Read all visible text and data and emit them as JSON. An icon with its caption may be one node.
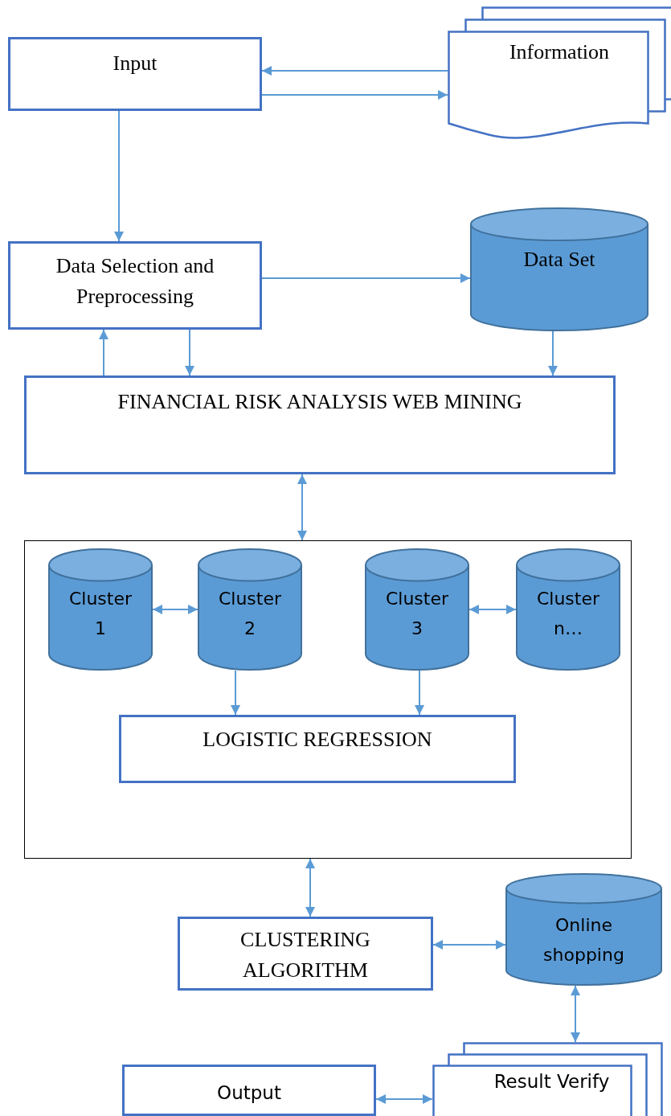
{
  "diagram": {
    "nodes": [
      {
        "text": [
          "Input"
        ]
      },
      {
        "text": [
          "Information"
        ]
      },
      {
        "text": [
          "Data Selection and Preprocessing"
        ]
      },
      {
        "text": [
          "Data Set"
        ]
      },
      {
        "text": [
          "FINANCIAL RISK ANALYSIS WEB MINING"
        ]
      },
      {
        "text": [],
        "shape": "box"
      },
      {
        "text": [
          "Cluster 1"
        ],
        "in": 5
      },
      {
        "text": [
          "Cluster 2"
        ],
        "in": 5
      },
      {
        "text": [
          "Cluster 3"
        ],
        "in": 5
      },
      {
        "text": [
          "Cluster n…"
        ],
        "in": 5
      },
      {
        "text": [
          "LOGISTIC REGRESSION"
        ],
        "in": 5
      },
      {
        "text": [
          "CLUSTERING ALGORITHM"
        ]
      },
      {
        "text": [
          "Online shopping"
        ]
      },
      {
        "text": [
          "Output"
        ]
      },
      {
        "text": [
          "Result Verify"
        ]
      }
    ],
    "edges": [
      {
        "from": 1,
        "to": 0,
        "arrow": "to"
      },
      {
        "from": 0,
        "to": 1,
        "arrow": "to"
      },
      {
        "from": 0,
        "to": 2,
        "arrow": "to"
      },
      {
        "from": 2,
        "to": 3,
        "arrow": "to"
      },
      {
        "from": 4,
        "to": 2,
        "arrow": "to"
      },
      {
        "from": 2,
        "to": 4,
        "arrow": "to"
      },
      {
        "from": 3,
        "to": 4,
        "arrow": "to"
      },
      {
        "from": 4,
        "to": 5,
        "arrow": "both"
      },
      {
        "from": 6,
        "to": 7,
        "arrow": "both"
      },
      {
        "from": 8,
        "to": 9,
        "arrow": "both"
      },
      {
        "from": 7,
        "to": 10,
        "arrow": "to"
      },
      {
        "from": 8,
        "to": 10,
        "arrow": "to"
      },
      {
        "from": 5,
        "to": 11,
        "arrow": "both"
      },
      {
        "from": 11,
        "to": 12,
        "arrow": "both"
      },
      {
        "from": 12,
        "to": 14,
        "arrow": "both"
      },
      {
        "from": 13,
        "to": 14,
        "arrow": "both"
      }
    ]
  }
}
